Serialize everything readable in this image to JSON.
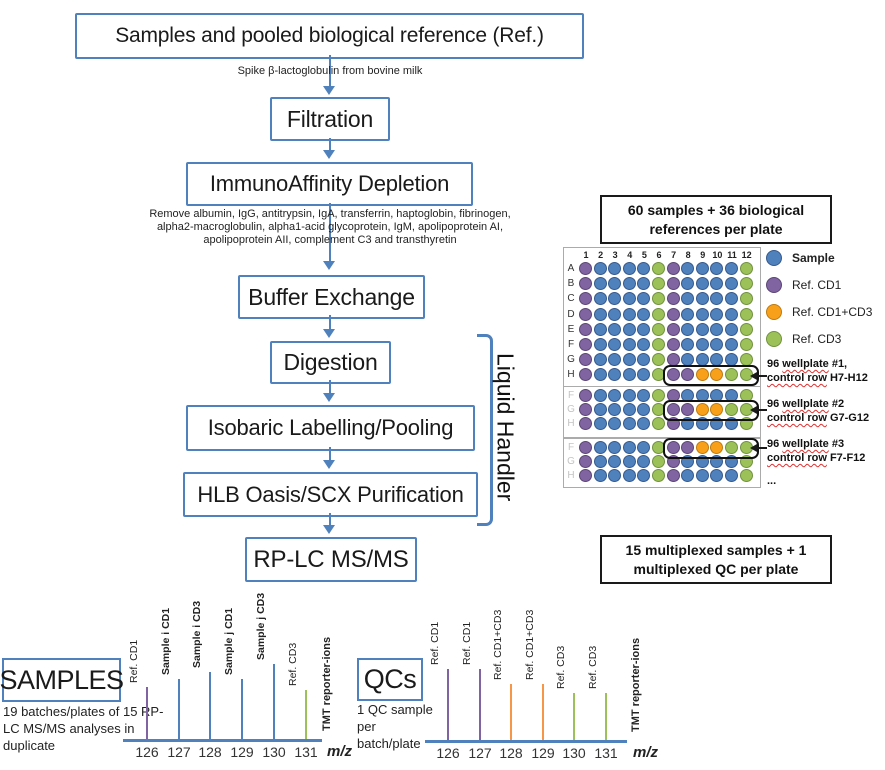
{
  "flow": {
    "source_box": "Samples and pooled biological reference (Ref.)",
    "spike_note": "Spike β-lactoglobulin from bovine milk",
    "remove_note_lines": [
      "Remove albumin, IgG, antitrypsin, IgA, transferrin, haptoglobin, fibrinogen,",
      "alpha2-macroglobulin, alpha1-acid glycoprotein, IgM, apolipoprotein AI,",
      "apolipoprotein AII, complement C3 and transthyretin"
    ],
    "steps": [
      "Filtration",
      "ImmunoAffinity Depletion",
      "Buffer Exchange",
      "Digestion",
      "Isobaric Labelling/Pooling",
      "HLB Oasis/SCX Purification",
      "RP-LC MS/MS"
    ],
    "bracket_label": "Liquid Handler"
  },
  "colors": {
    "accent_blue": "#4f81bd",
    "squiggle_red": "#e03131"
  },
  "well_colors": {
    "B": {
      "fill": "#4f81bd",
      "edge": "#36598c",
      "name": "Sample"
    },
    "P": {
      "fill": "#8064a2",
      "edge": "#5b4675",
      "name": "Ref. CD1"
    },
    "O": {
      "fill": "#f9a01b",
      "edge": "#bd7a10",
      "name": "Ref. CD1+CD3"
    },
    "G": {
      "fill": "#9cc159",
      "edge": "#71923e",
      "name": "Ref. CD3"
    }
  },
  "plate_panel": {
    "summary_line1": "60 samples + 36 biological",
    "summary_line2": "references  per plate",
    "col_labels": [
      "1",
      "2",
      "3",
      "4",
      "5",
      "6",
      "7",
      "8",
      "9",
      "10",
      "11",
      "12"
    ],
    "legend": [
      {
        "label": "Sample",
        "color": "B",
        "bold": true
      },
      {
        "label": "Ref. CD1",
        "color": "P",
        "bold": false
      },
      {
        "label": "Ref. CD1+CD3",
        "color": "O",
        "bold": false
      },
      {
        "label": "Ref. CD3",
        "color": "G",
        "bold": false
      }
    ],
    "plates": [
      {
        "row_labels": [
          "A",
          "B",
          "C",
          "D",
          "E",
          "F",
          "G",
          "H"
        ],
        "rows": [
          "PBBBBGPBBBBG",
          "PBBBBGPBBBBG",
          "PBBBBGPBBBBG",
          "PBBBBGPBBBBG",
          "PBBBBGPBBBBG",
          "PBBBBGPBBBBG",
          "PBBBBGPBBBBG",
          "PBBBBGPPOOGG"
        ],
        "control_row": 7,
        "show_col_labels": true,
        "dim_row_labels": false
      },
      {
        "row_labels": [
          "F",
          "G",
          "H"
        ],
        "rows": [
          "PBBBBGPBBBBG",
          "PBBBBGPPOOGG",
          "PBBBBGPBBBBG"
        ],
        "control_row": 1,
        "show_col_labels": false,
        "dim_row_labels": true
      },
      {
        "row_labels": [
          "F",
          "G",
          "H"
        ],
        "rows": [
          "PBBBBGPPOOGG",
          "PBBBBGPBBBBG",
          "PBBBBGPBBBBG"
        ],
        "control_row": 0,
        "show_col_labels": false,
        "dim_row_labels": true
      }
    ],
    "notes": [
      {
        "line1": [
          {
            "t": "96 "
          },
          {
            "t": "wellplate",
            "sq": true
          },
          {
            "t": " #1,"
          }
        ],
        "line2": [
          {
            "t": "control row",
            "sq": true
          },
          {
            "t": " H7-H12"
          }
        ]
      },
      {
        "line1": [
          {
            "t": "96 "
          },
          {
            "t": "wellplate",
            "sq": true
          },
          {
            "t": " #2"
          }
        ],
        "line2": [
          {
            "t": "control row",
            "sq": true
          },
          {
            "t": " G7-G12"
          }
        ]
      },
      {
        "line1": [
          {
            "t": "96 "
          },
          {
            "t": "wellplate",
            "sq": true
          },
          {
            "t": " #3"
          }
        ],
        "line2": [
          {
            "t": "control row",
            "sq": true
          },
          {
            "t": " F7-F12"
          }
        ]
      }
    ],
    "ellipsis": "..."
  },
  "multiplex_box": {
    "line1": "15 multiplexed samples  +  1",
    "line2": "multiplexed QC per plate"
  },
  "spectra": {
    "samples": {
      "box_label": "SAMPLES",
      "caption_lines": [
        "19 batches/plates  of 15 RP-",
        "LC MS/MS analyses in",
        "duplicate"
      ],
      "ticks": [
        "126",
        "127",
        "128",
        "129",
        "130",
        "131"
      ],
      "axis_label": "m/z",
      "side_label": "TMT reporter-ions",
      "peaks": [
        {
          "mz": "126",
          "label": "Ref. CD1",
          "color": "#8064a2",
          "height": 52,
          "bold": false
        },
        {
          "mz": "127",
          "label": "Sample i CD1",
          "color": "#4f81bd",
          "height": 60,
          "bold": true
        },
        {
          "mz": "128",
          "label": "Sample i CD3",
          "color": "#4f81bd",
          "height": 67,
          "bold": true
        },
        {
          "mz": "129",
          "label": "Sample j CD1",
          "color": "#4f81bd",
          "height": 60,
          "bold": true
        },
        {
          "mz": "130",
          "label": "Sample j CD3",
          "color": "#4f81bd",
          "height": 75,
          "bold": true
        },
        {
          "mz": "131",
          "label": "Ref. CD3",
          "color": "#9cc159",
          "height": 49,
          "bold": false
        }
      ]
    },
    "qcs": {
      "box_label": "QCs",
      "caption_lines": [
        "1 QC sample",
        "per",
        "batch/plate"
      ],
      "ticks": [
        "126",
        "127",
        "128",
        "129",
        "130",
        "131"
      ],
      "axis_label": "m/z",
      "side_label": "TMT reporter-ions",
      "peaks": [
        {
          "mz": "126",
          "label": "Ref. CD1",
          "color": "#8064a2",
          "height": 71,
          "bold": false
        },
        {
          "mz": "127",
          "label": "Ref. CD1",
          "color": "#8064a2",
          "height": 71,
          "bold": false
        },
        {
          "mz": "128",
          "label": "Ref. CD1+CD3",
          "color": "#f79646",
          "height": 56,
          "bold": false
        },
        {
          "mz": "129",
          "label": "Ref. CD1+CD3",
          "color": "#f79646",
          "height": 56,
          "bold": false
        },
        {
          "mz": "130",
          "label": "Ref. CD3",
          "color": "#9cc159",
          "height": 47,
          "bold": false
        },
        {
          "mz": "131",
          "label": "Ref. CD3",
          "color": "#9cc159",
          "height": 47,
          "bold": false
        }
      ]
    }
  }
}
